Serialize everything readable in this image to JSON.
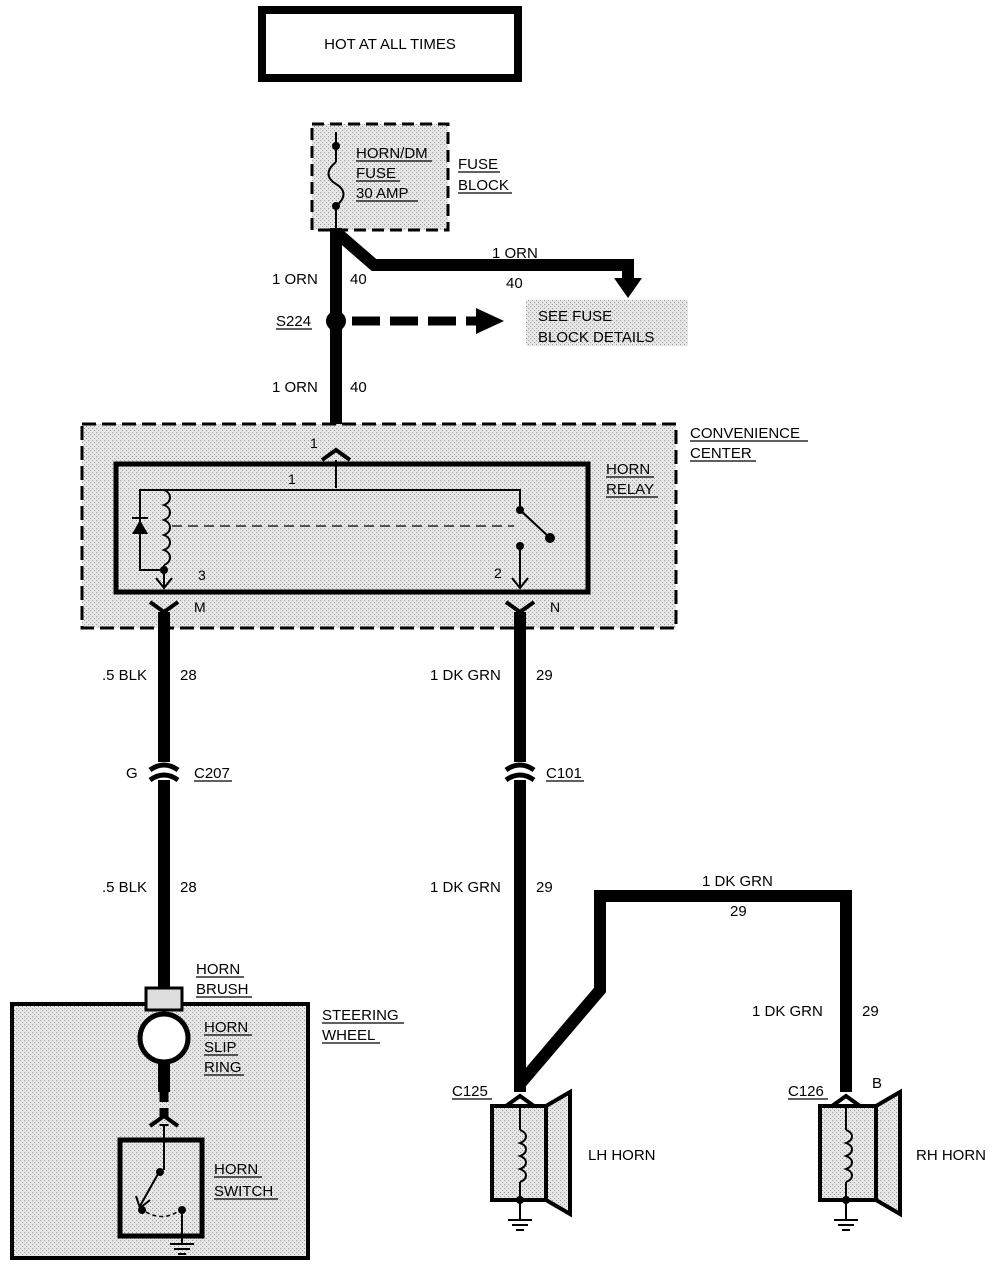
{
  "title": "HOT AT ALL TIMES",
  "fuse": {
    "line1": "HORN/DM",
    "line2": "FUSE",
    "line3": "30 AMP"
  },
  "fuse_block": {
    "line1": "FUSE",
    "line2": "BLOCK"
  },
  "wire_top_branch": {
    "gauge": "1 ORN",
    "circuit": "40"
  },
  "wire_top_main": {
    "gauge": "1 ORN",
    "circuit": "40"
  },
  "splice": {
    "id": "S224",
    "note1": "SEE FUSE",
    "note2": "BLOCK DETAILS"
  },
  "wire_to_relay": {
    "gauge": "1 ORN",
    "circuit": "40"
  },
  "convenience_center": {
    "line1": "CONVENIENCE",
    "line2": "CENTER"
  },
  "horn_relay": {
    "line1": "HORN",
    "line2": "RELAY"
  },
  "relay_pins": {
    "outer_top": "1",
    "inner_top": "1",
    "coil_out": "3",
    "switch_out": "2",
    "conn_left": "M",
    "conn_right": "N"
  },
  "wire_blk_upper": {
    "gauge": ".5 BLK",
    "circuit": "28"
  },
  "connector_c207": {
    "pin": "G",
    "id": "C207"
  },
  "wire_blk_lower": {
    "gauge": ".5 BLK",
    "circuit": "28"
  },
  "wire_grn_upper": {
    "gauge": "1 DK GRN",
    "circuit": "29"
  },
  "connector_c101": {
    "id": "C101"
  },
  "wire_grn_lower": {
    "gauge": "1 DK GRN",
    "circuit": "29"
  },
  "wire_grn_top": {
    "gauge": "1 DK GRN",
    "circuit": "29"
  },
  "wire_grn_right": {
    "gauge": "1 DK GRN",
    "circuit": "29"
  },
  "horn_brush": {
    "line1": "HORN",
    "line2": "BRUSH"
  },
  "steering_wheel": {
    "line1": "STEERING",
    "line2": "WHEEL"
  },
  "horn_slip_ring": {
    "line1": "HORN",
    "line2": "SLIP",
    "line3": "RING"
  },
  "horn_switch": {
    "line1": "HORN",
    "line2": "SWITCH"
  },
  "lh_horn": {
    "connector": "C125",
    "label": "LH HORN"
  },
  "rh_horn": {
    "connector": "C126",
    "pin": "B",
    "label": "RH HORN"
  }
}
